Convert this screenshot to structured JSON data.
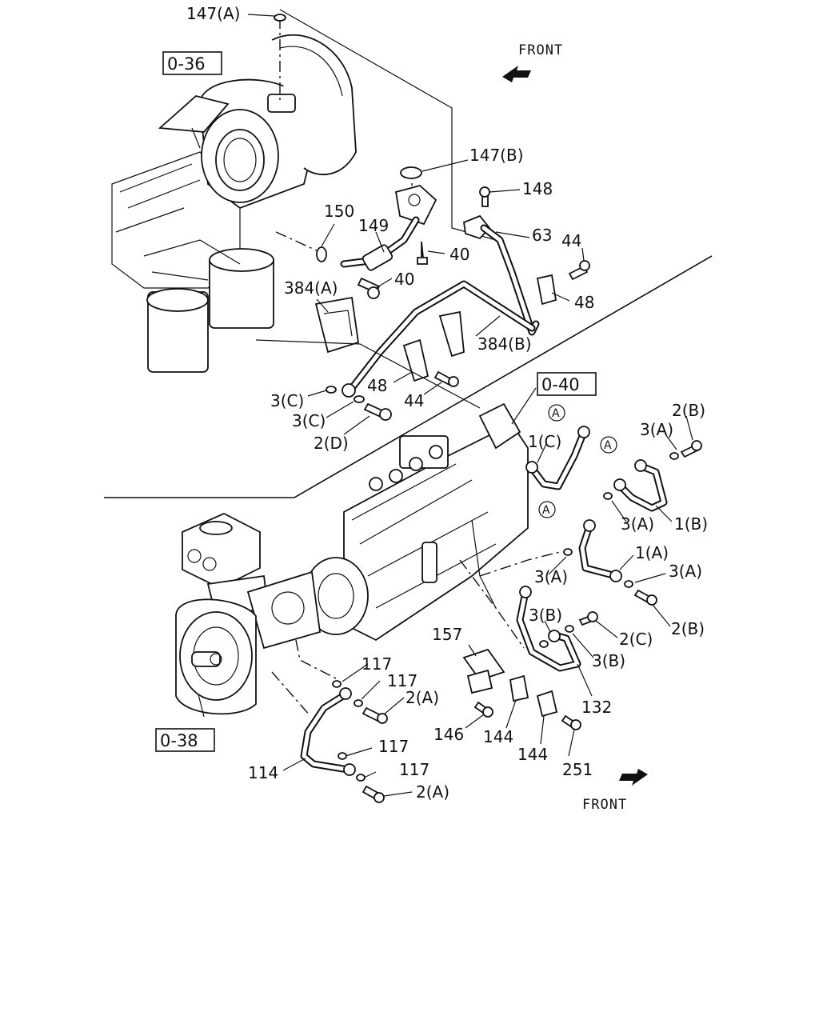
{
  "refs": {
    "r036": "0-36",
    "r040": "0-40",
    "r038": "0-38"
  },
  "front": {
    "top": "FRONT",
    "bottom": "FRONT"
  },
  "marker": {
    "a": "A"
  },
  "labels": {
    "l147a": "147(A)",
    "l147b": "147(B)",
    "l148": "148",
    "l150": "150",
    "l149": "149",
    "l63": "63",
    "l44a": "44",
    "l40a": "40",
    "l40b": "40",
    "l384a": "384(A)",
    "l48a": "48",
    "l384b": "384(B)",
    "l48b": "48",
    "l44b": "44",
    "l3c1": "3(C)",
    "l3c2": "3(C)",
    "l2d": "2(D)",
    "l1c": "1(C)",
    "l3a1": "3(A)",
    "l2b1": "2(B)",
    "l3a2": "3(A)",
    "l1b": "1(B)",
    "l1a": "1(A)",
    "l3a3": "3(A)",
    "l3a4": "3(A)",
    "l2b2": "2(B)",
    "l3b1": "3(B)",
    "l2c": "2(C)",
    "l3b2": "3(B)",
    "l157": "157",
    "l132": "132",
    "l117a": "117",
    "l117b": "117",
    "l2a1": "2(A)",
    "l146": "146",
    "l144a": "144",
    "l144b": "144",
    "l251": "251",
    "l117c": "117",
    "l114": "114",
    "l117d": "117",
    "l2a2": "2(A)"
  }
}
